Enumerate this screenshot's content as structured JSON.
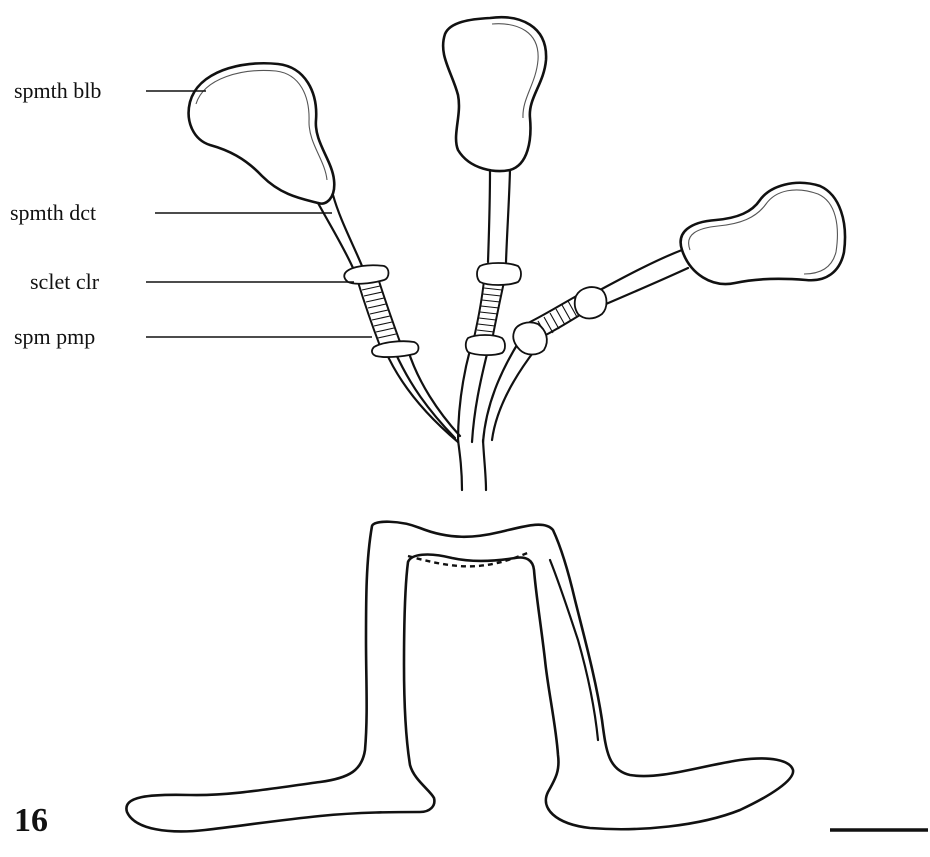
{
  "figure": {
    "number": "16",
    "labels": {
      "spermatheca_bulb": "spmth blb",
      "spermathecal_duct": "spmth dct",
      "sclerotized_collar": "sclet clr",
      "sperm_pump": "spm pmp"
    }
  }
}
